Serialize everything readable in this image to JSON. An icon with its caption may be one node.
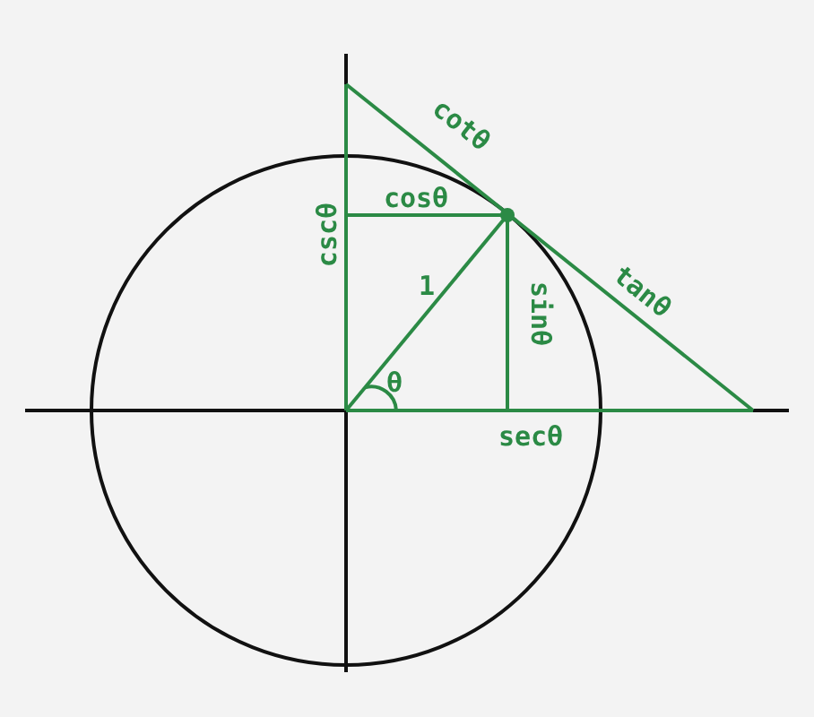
{
  "diagram": {
    "labels": [
      "cotθ",
      "cscθ",
      "cosθ",
      "1",
      "sinθ",
      "tanθ",
      "θ",
      "secθ"
    ]
  }
}
